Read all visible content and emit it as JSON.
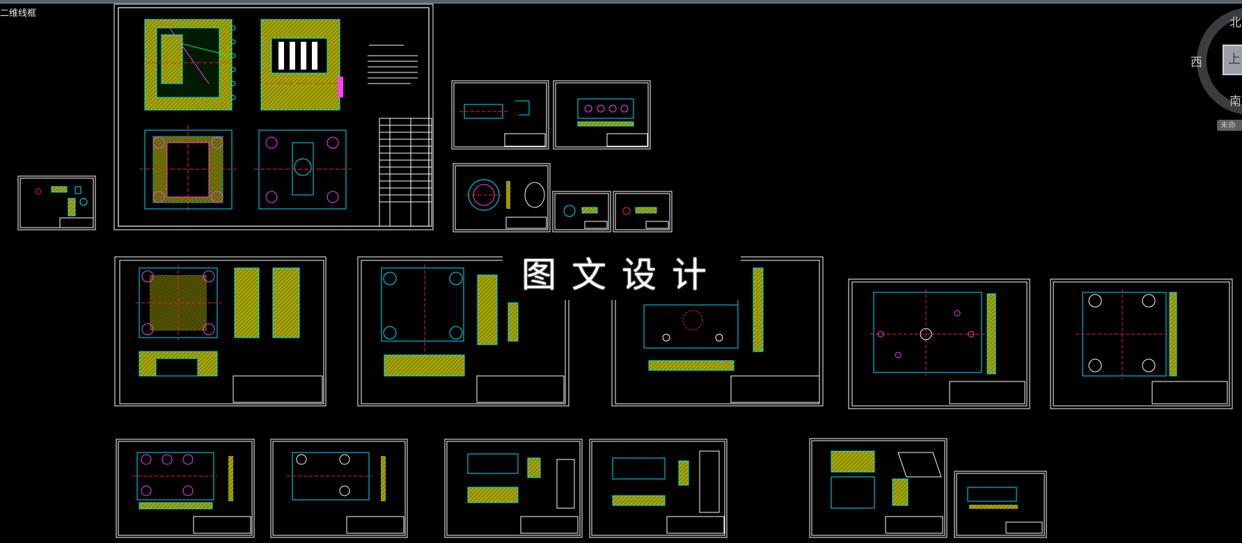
{
  "viewport": {
    "label": "二维线框"
  },
  "watermark": {
    "text": "图文设计"
  },
  "viewcube": {
    "north": "北",
    "west": "西",
    "south": "南",
    "face": "上",
    "wcs": "未命名"
  },
  "colors": {
    "background": "#000000",
    "sheet_frame": "#ffffff",
    "outline": "#00e5ff",
    "hatch": "#c8c800",
    "centerline": "#ff2020",
    "dimension": "#00ff40",
    "annotation": "#ff40ff"
  }
}
